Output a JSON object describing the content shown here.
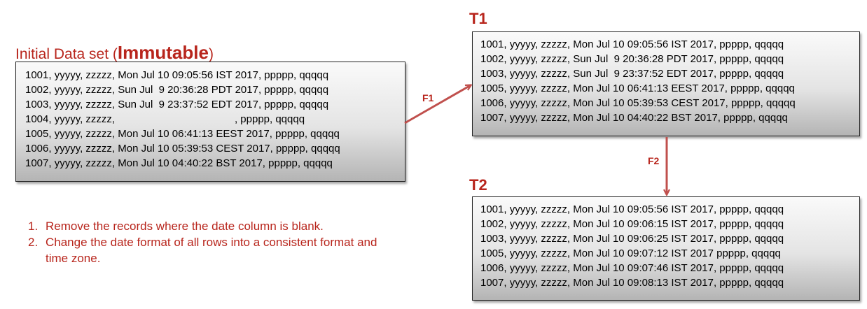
{
  "initial": {
    "title_prefix": "Initial Data set (",
    "title_strong": "Immutable",
    "title_suffix": ")",
    "rows": [
      "1001, yyyyy, zzzzz, Mon Jul 10 09:05:56 IST 2017, ppppp, qqqqq",
      "1002, yyyyy, zzzzz, Sun Jul  9 20:36:28 PDT 2017, ppppp, qqqqq",
      "1003, yyyyy, zzzzz, Sun Jul  9 23:37:52 EDT 2017, ppppp, qqqqq",
      "1004, yyyyy, zzzzz,                                         , ppppp, qqqqq",
      "1005, yyyyy, zzzzz, Mon Jul 10 06:41:13 EEST 2017, ppppp, qqqqq",
      "1006, yyyyy, zzzzz, Mon Jul 10 05:39:53 CEST 2017, ppppp, qqqqq",
      "1007, yyyyy, zzzzz, Mon Jul 10 04:40:22 BST 2017, ppppp, qqqqq"
    ]
  },
  "t1": {
    "label": "T1",
    "rows": [
      "1001, yyyyy, zzzzz, Mon Jul 10 09:05:56 IST 2017, ppppp, qqqqq",
      "1002, yyyyy, zzzzz, Sun Jul  9 20:36:28 PDT 2017, ppppp, qqqqq",
      "1003, yyyyy, zzzzz, Sun Jul  9 23:37:52 EDT 2017, ppppp, qqqqq",
      "1005, yyyyy, zzzzz, Mon Jul 10 06:41:13 EEST 2017, ppppp, qqqqq",
      "1006, yyyyy, zzzzz, Mon Jul 10 05:39:53 CEST 2017, ppppp, qqqqq",
      "1007, yyyyy, zzzzz, Mon Jul 10 04:40:22 BST 2017, ppppp, qqqqq"
    ]
  },
  "t2": {
    "label": "T2",
    "rows": [
      "1001, yyyyy, zzzzz, Mon Jul 10 09:05:56 IST 2017, ppppp, qqqqq",
      "1002, yyyyy, zzzzz, Mon Jul 10 09:06:15 IST 2017, ppppp, qqqqq",
      "1003, yyyyy, zzzzz, Mon Jul 10 09:06:25 IST 2017, ppppp, qqqqq",
      "1005, yyyyy, zzzzz, Mon Jul 10 09:07:12 IST 2017 ppppp, qqqqq",
      "1006, yyyyy, zzzzz, Mon Jul 10 09:07:46 IST 2017, ppppp, qqqqq",
      "1007, yyyyy, zzzzz, Mon Jul 10 09:08:13 IST 2017, ppppp, qqqqq"
    ]
  },
  "arrows": {
    "f1": "F1",
    "f2": "F2"
  },
  "steps": [
    {
      "num": "1.",
      "text": "Remove the records where the date column is blank."
    },
    {
      "num": "2.",
      "text": "Change the date format of all rows into a consistent format and time zone."
    }
  ],
  "colors": {
    "accent": "#b8251c",
    "arrow": "#c0504d"
  }
}
